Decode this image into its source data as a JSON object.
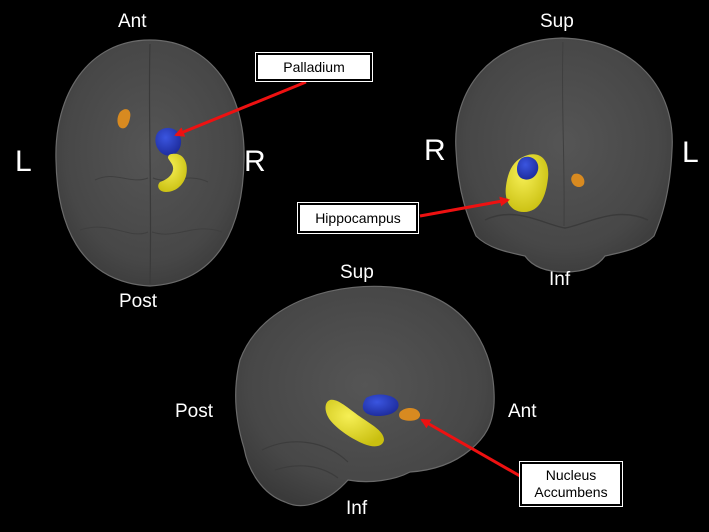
{
  "views": {
    "axial": {
      "top": "Ant",
      "bottom": "Post",
      "left": "L",
      "right": "R"
    },
    "coronal": {
      "top": "Sup",
      "bottom": "Inf",
      "left": "R",
      "right": "L"
    },
    "sagittal": {
      "top": "Sup",
      "bottom": "Inf",
      "left": "Post",
      "right": "Ant"
    }
  },
  "callouts": {
    "palladium": "Palladium",
    "hippocampus": "Hippocampus",
    "accumbens_line1": "Nucleus",
    "accumbens_line2": "Accumbens"
  },
  "colors": {
    "background": "#000000",
    "brain": "#4a4a4a",
    "hippocampus": "#e8e020",
    "palladium": "#2a3fc0",
    "accumbens": "#d88a20",
    "arrow": "#ee1111"
  }
}
